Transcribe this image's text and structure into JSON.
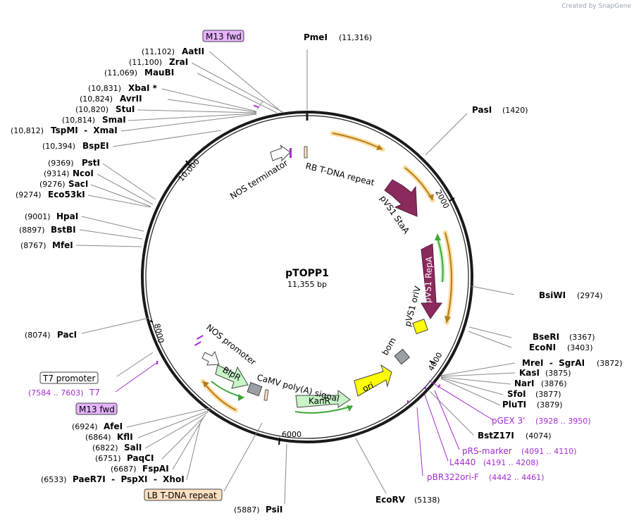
{
  "credit": "Created by SnapGene",
  "plasmid": {
    "name": "pTOPP1",
    "length": "11,355 bp",
    "size": 11355
  },
  "ticks": [
    "2000",
    "4000",
    "6000",
    "8000",
    "10,000"
  ],
  "right_sites": [
    {
      "name": "PmeI",
      "pos": "(11,316)"
    },
    {
      "name": "PasI",
      "pos": "(1420)"
    },
    {
      "name": "BsiWI",
      "pos": "(2974)"
    },
    {
      "name": "BseRI",
      "pos": "(3367)"
    },
    {
      "name": "EcoNI",
      "pos": "(3403)"
    },
    {
      "name": "MreI  -  SgrAI",
      "pos": "(3872)"
    },
    {
      "name": "KasI",
      "pos": "(3875)"
    },
    {
      "name": "NarI",
      "pos": "(3876)"
    },
    {
      "name": "SfoI",
      "pos": "(3877)"
    },
    {
      "name": "PluTI",
      "pos": "(3879)"
    },
    {
      "name": "BstZ17I",
      "pos": "(4074)"
    },
    {
      "name": "EcoRV",
      "pos": "(5138)"
    },
    {
      "name": "PsiI",
      "pos": "(5887)"
    }
  ],
  "left_sites": [
    {
      "name": "AatII",
      "pos": "(11,102)"
    },
    {
      "name": "ZraI",
      "pos": "(11,100)"
    },
    {
      "name": "MauBI",
      "pos": "(11,069)"
    },
    {
      "name": "XbaI *",
      "pos": "(10,831)"
    },
    {
      "name": "AvrII",
      "pos": "(10,824)"
    },
    {
      "name": "StuI",
      "pos": "(10,820)"
    },
    {
      "name": "SmaI",
      "pos": "(10,814)"
    },
    {
      "name": "TspMI  -  XmaI",
      "pos": "(10,812)"
    },
    {
      "name": "BspEI",
      "pos": "(10,394)"
    },
    {
      "name": "PstI",
      "pos": "(9369)"
    },
    {
      "name": "NcoI",
      "pos": "(9314)"
    },
    {
      "name": "SacI",
      "pos": "(9276)"
    },
    {
      "name": "Eco53kI",
      "pos": "(9274)"
    },
    {
      "name": "HpaI",
      "pos": "(9001)"
    },
    {
      "name": "BstBI",
      "pos": "(8897)"
    },
    {
      "name": "MfeI",
      "pos": "(8767)"
    },
    {
      "name": "PacI",
      "pos": "(8074)"
    },
    {
      "name": "AfeI",
      "pos": "(6924)"
    },
    {
      "name": "KflI",
      "pos": "(6864)"
    },
    {
      "name": "SalI",
      "pos": "(6822)"
    },
    {
      "name": "PaqCI",
      "pos": "(6751)"
    },
    {
      "name": "FspAI",
      "pos": "(6687)"
    },
    {
      "name": "PaeR7I  -  PspXI  -  XhoI",
      "pos": "(6533)"
    }
  ],
  "primers": [
    {
      "name": "pGEX 3'",
      "pos": "(3928 .. 3950)"
    },
    {
      "name": "pRS-marker",
      "pos": "(4091 .. 4110)"
    },
    {
      "name": "L4440",
      "pos": "(4191 .. 4208)"
    },
    {
      "name": "pBR322ori-F",
      "pos": "(4442 .. 4461)"
    },
    {
      "name": "T7",
      "pos": "(7584 .. 7603)"
    }
  ],
  "boxed_labels": [
    "M13 fwd",
    "T7 promoter",
    "M13 fwd",
    "LB T-DNA repeat"
  ],
  "features": {
    "nos_terminator": "NOS terminator",
    "rb_repeat": "RB T-DNA repeat",
    "stab": "pVS1 StaA",
    "repa": "pVS1 RepA",
    "oriv": "pVS1 oriV",
    "bom": "bom",
    "ori": "ori",
    "kanr": "KanR",
    "polya": "CaMV poly(A) signal",
    "blpr": "BlpR",
    "nos_promoter": "NOS promoter"
  },
  "colors": {
    "backbone": "#1a1a1a",
    "repa_staa": "#8b2a5c",
    "orange": "#e0a030",
    "green": "#3fa73a",
    "yellow": "#ffff00",
    "grey": "#9aa0a6",
    "primer": "#a62ad6",
    "lightgreen": "#c8f5c8",
    "box_purple": "#e5b4ff",
    "box_orange": "#fce0c0"
  }
}
